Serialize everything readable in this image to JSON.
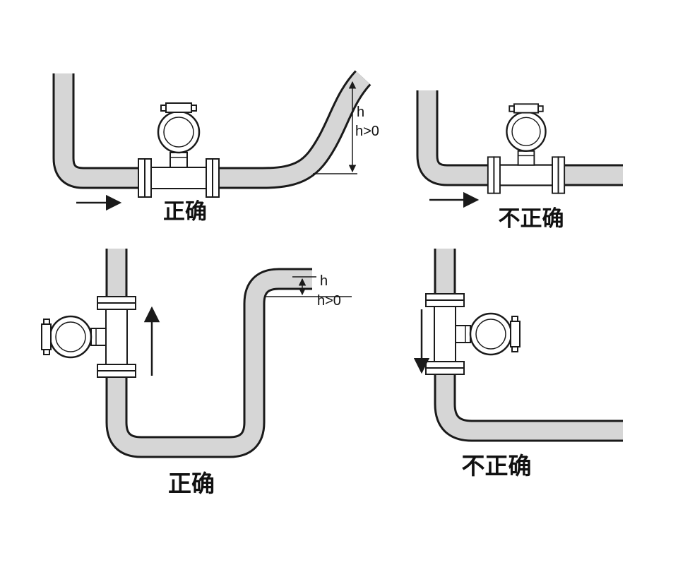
{
  "colors": {
    "background": "#ffffff",
    "pipe_fill": "#d6d6d6",
    "outline": "#1a1a1a",
    "text": "#111111"
  },
  "panels": [
    {
      "id": "top-left-horizontal-correct",
      "verdict_label": "正确",
      "dim_label_h": "h",
      "dim_label_cond": "h>0",
      "flow_arrow": "right"
    },
    {
      "id": "top-right-horizontal-incorrect",
      "verdict_label": "不正确",
      "flow_arrow": "right"
    },
    {
      "id": "bottom-left-vertical-correct",
      "verdict_label": "正确",
      "dim_label_h": "h",
      "dim_label_cond": "h>0",
      "flow_arrow": "up"
    },
    {
      "id": "bottom-right-vertical-incorrect",
      "verdict_label": "不正确",
      "flow_arrow": "down"
    }
  ]
}
